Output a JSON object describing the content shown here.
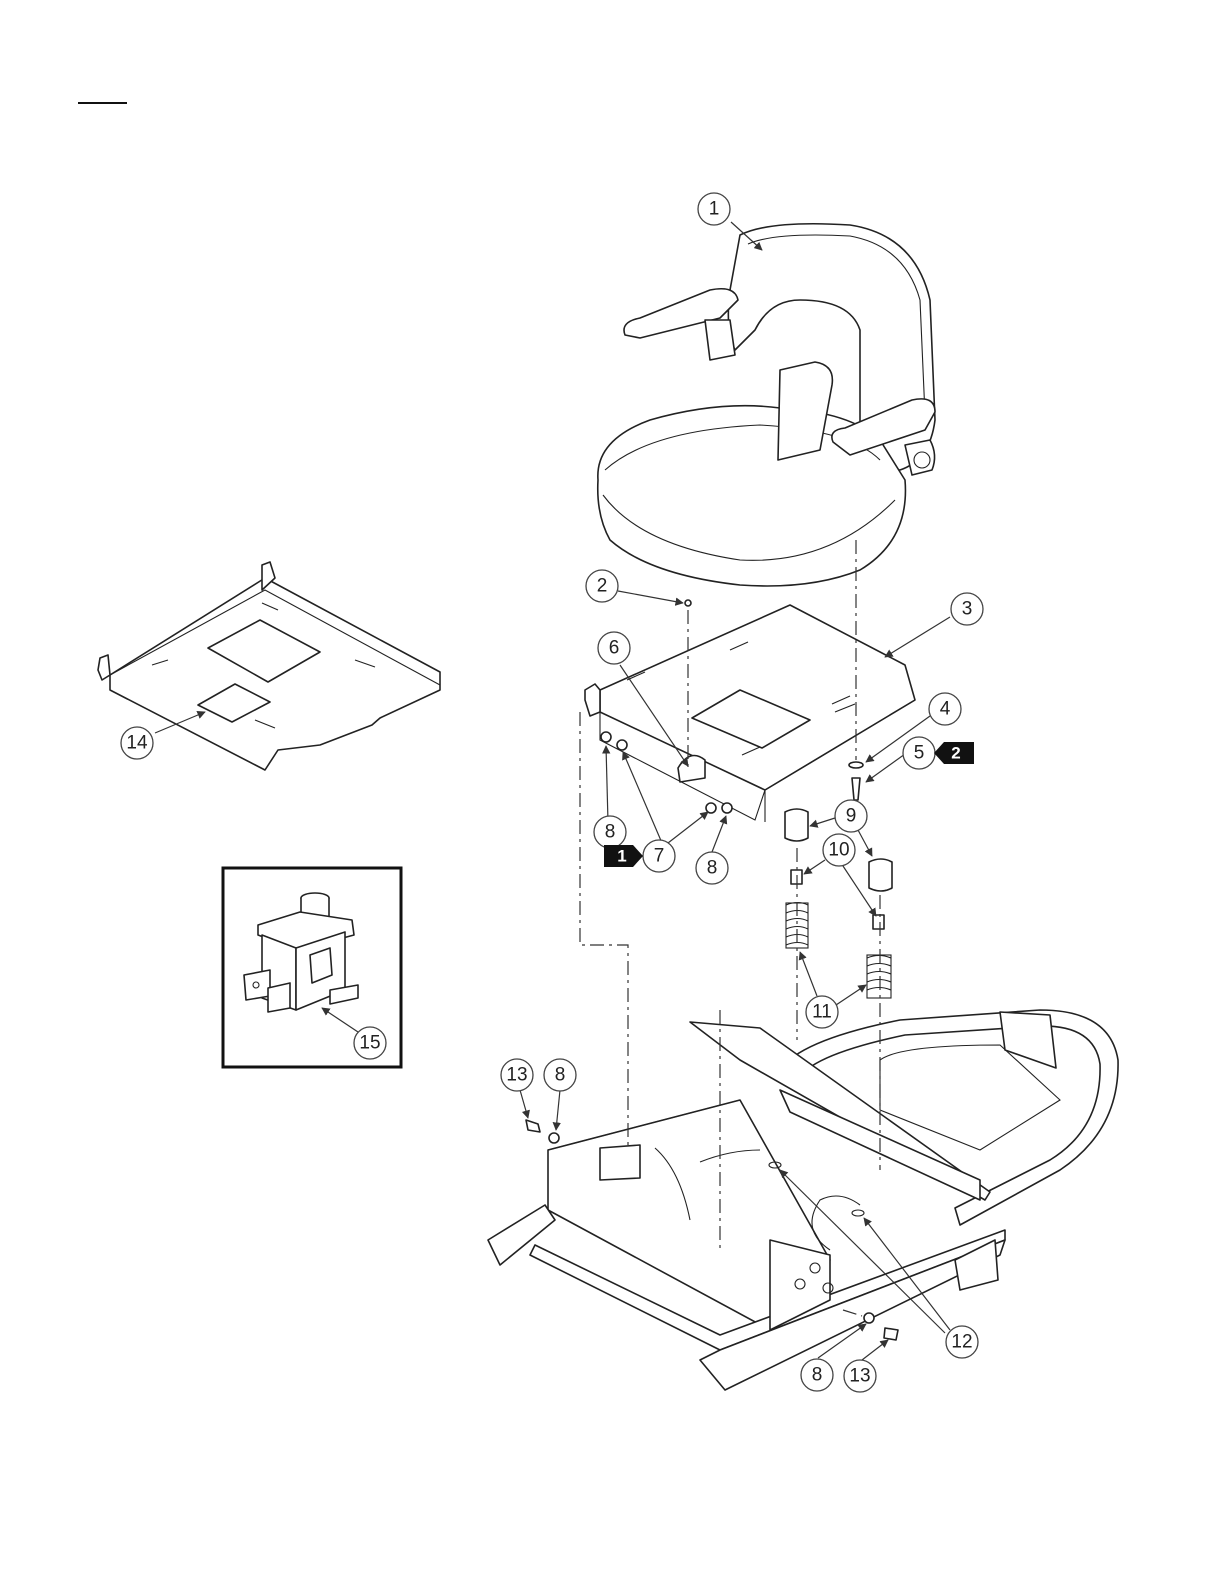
{
  "callouts": [
    {
      "text": "1"
    },
    {
      "text": "2"
    },
    {
      "text": "3"
    },
    {
      "text": "4"
    },
    {
      "text": "5"
    },
    {
      "text": "6"
    },
    {
      "text": "7"
    },
    {
      "text": "8"
    },
    {
      "text": "8"
    },
    {
      "text": "9"
    },
    {
      "text": "10"
    },
    {
      "text": "11"
    },
    {
      "text": "13"
    },
    {
      "text": "8"
    },
    {
      "text": "12"
    },
    {
      "text": "8"
    },
    {
      "text": "13"
    },
    {
      "text": "14"
    },
    {
      "text": "15"
    }
  ],
  "flags": [
    {
      "text": "1"
    },
    {
      "text": "2"
    }
  ]
}
